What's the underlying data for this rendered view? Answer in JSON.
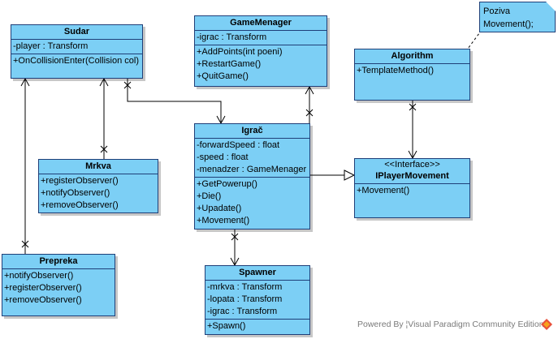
{
  "classes": {
    "sudar": {
      "name": "Sudar",
      "attributes": [
        "-player : Transform"
      ],
      "operations": [
        "+OnCollisionEnter(Collision col)"
      ]
    },
    "gamemenager": {
      "name": "GameMenager",
      "attributes": [
        "-igrac : Transform"
      ],
      "operations": [
        "+AddPoints(int poeni)",
        "+RestartGame()",
        "+QuitGame()"
      ]
    },
    "algorithm": {
      "name": "Algorithm",
      "attributes": [],
      "operations": [
        "+TemplateMethod()"
      ]
    },
    "igrac": {
      "name": "Igrač",
      "attributes": [
        "-forwardSpeed : float",
        "-speed : float",
        "-menadzer : GameMenager"
      ],
      "operations": [
        "+GetPowerup()",
        "+Die()",
        "+Upadate()",
        "+Movement()"
      ]
    },
    "mrkva": {
      "name": "Mrkva",
      "attributes": [],
      "operations": [
        "+registerObserver()",
        "+notifyObserver()",
        "+removeObserver()"
      ]
    },
    "iplayermovement": {
      "stereotype": "<<Interface>>",
      "name": "IPlayerMovement",
      "attributes": [],
      "operations": [
        "+Movement()"
      ]
    },
    "prepreka": {
      "name": "Prepreka",
      "attributes": [],
      "operations": [
        "+notifyObserver()",
        "+registerObserver()",
        "+removeObserver()"
      ]
    },
    "spawner": {
      "name": "Spawner",
      "attributes": [
        "-mrkva : Transform",
        "-lopata : Transform",
        "-igrac : Transform"
      ],
      "operations": [
        "+Spawn()"
      ]
    }
  },
  "note": {
    "lines": [
      "Poziva",
      "Movement();"
    ]
  },
  "watermark": "Powered By ¦Visual Paradigm Community Edition",
  "colors": {
    "class_fill": "#7ccff5",
    "border": "#1f3f78",
    "line": "#000000"
  }
}
